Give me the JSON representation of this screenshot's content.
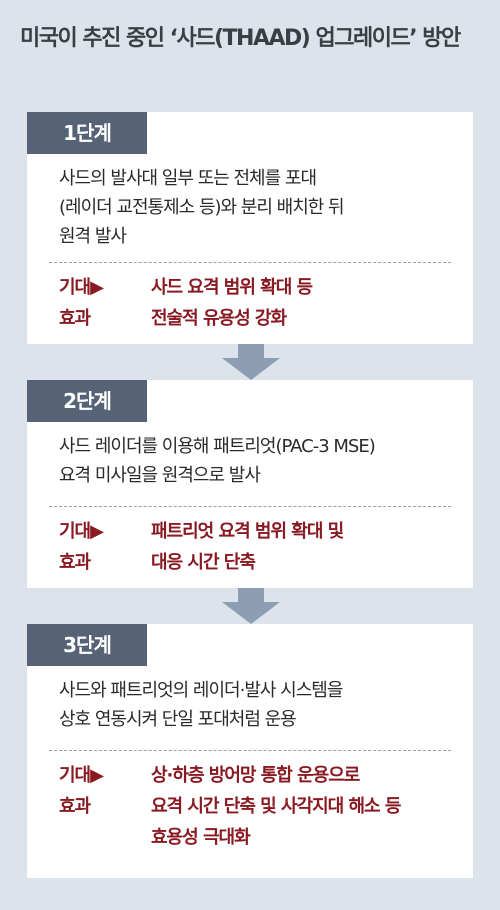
{
  "title": "미국이 추진 중인 ‘사드(THAAD) 업그레이드’ 방안",
  "colors": {
    "background": "#dde3ea",
    "badge": "#566275",
    "effect_text": "#8a1a22",
    "arrow": "#8d9db4"
  },
  "stages": [
    {
      "label": "1단계",
      "description": "사드의 발사대 일부 또는 전체를 포대\n(레이더 교전통제소 등)와 분리 배치한 뒤\n원격 발사",
      "effect_label": "기대▶\n효과",
      "effect": "사드 요격 범위 확대 등\n전술적 유용성 강화"
    },
    {
      "label": "2단계",
      "description": "사드 레이더를 이용해 패트리엇(PAC-3 MSE)\n요격 미사일을 원격으로 발사",
      "effect_label": "기대▶\n효과",
      "effect": "패트리엇 요격 범위 확대 및\n대응 시간 단축"
    },
    {
      "label": "3단계",
      "description": "사드와 패트리엇의 레이더·발사 시스템을\n상호 연동시켜 단일 포대처럼 운용",
      "effect_label": "기대▶\n효과",
      "effect": "상·하층 방어망 통합 운용으로\n요격 시간 단축 및 사각지대 해소 등\n효용성 극대화"
    }
  ]
}
